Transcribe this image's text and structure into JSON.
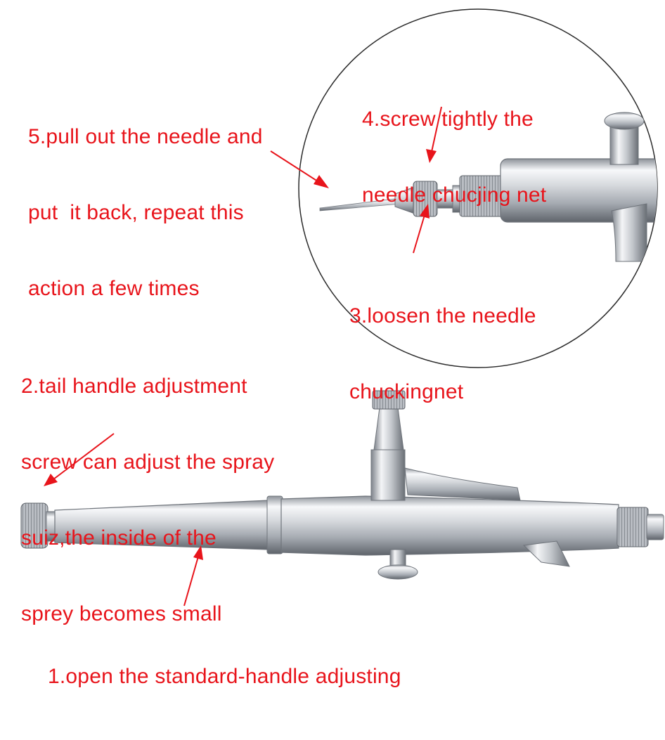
{
  "colors": {
    "annotation": "#e8141b",
    "metal_light": "#f4f5f7",
    "metal_mid": "#bfc3c9",
    "metal_dark": "#6f747b",
    "circle_outline": "#2b2b2b"
  },
  "annotations": {
    "step5": [
      "5.pull out the needle and",
      "put  it back, repeat this",
      "action a few times"
    ],
    "step4": [
      "4.screw tightly the",
      "needle chucjing net"
    ],
    "step3": [
      "3.loosen the needle",
      "chuckingnet"
    ],
    "step2": [
      "2.tail handle adjustment",
      "screw can adjust the spray",
      "suiz,the inside of the",
      "sprey becomes small"
    ],
    "step1": [
      "1.open the standard-handle adjusting"
    ]
  }
}
